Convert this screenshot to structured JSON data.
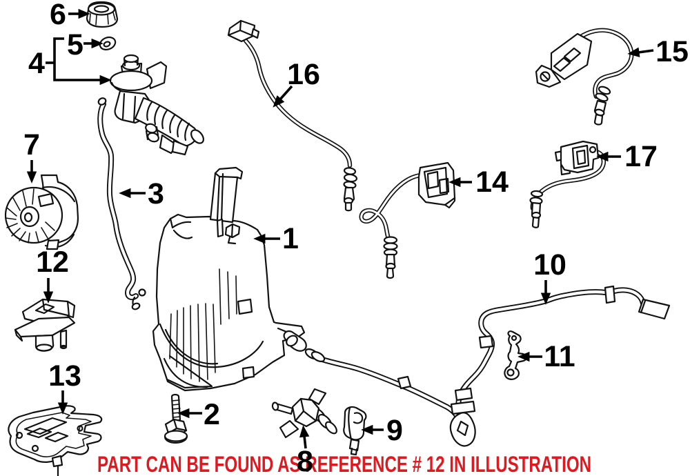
{
  "illustration": {
    "note": {
      "text": "PART CAN BE FOUND AS REFERENCE # 12 IN ILLUSTRATION",
      "color": "#e0181f"
    },
    "callouts": [
      "1",
      "2",
      "3",
      "4",
      "5",
      "6",
      "7",
      "8",
      "9",
      "10",
      "11",
      "12",
      "13",
      "14",
      "15",
      "16",
      "17"
    ],
    "colors": {
      "line": "#111111",
      "background": "#ffffff",
      "label": "#000000"
    }
  }
}
